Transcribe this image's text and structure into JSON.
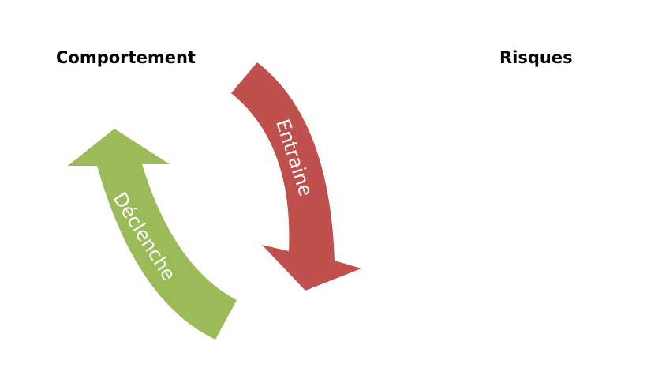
{
  "labels": {
    "left": "Comportement",
    "right": "Risques"
  },
  "arrows": {
    "red": {
      "text": "Entraine",
      "color": "#c0504d"
    },
    "green": {
      "text": "Déclenche",
      "color": "#9bbb59"
    }
  }
}
